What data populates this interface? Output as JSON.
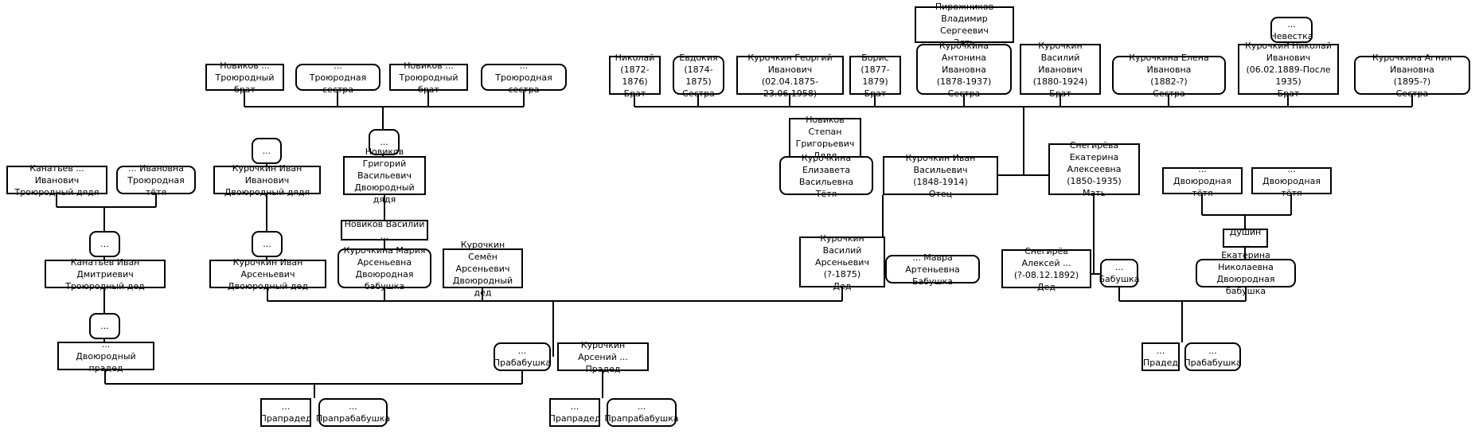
{
  "people": [
    {
      "id": "p_novikov_vlad",
      "text": "Пирожников Владимир\nСергеевич\nЗять",
      "sex": "m"
    },
    {
      "id": "p_nevestka",
      "text": "...\nНевестка",
      "sex": "f"
    },
    {
      "id": "p_nikolai_brother1",
      "text": "Николай\n(1872-1876)\nБрат",
      "sex": "m"
    },
    {
      "id": "p_evdokia",
      "text": "Евдокия\n(1874-1875)\nСестра",
      "sex": "f"
    },
    {
      "id": "p_georgiy",
      "text": "Курочкин Георгий\nИванович\n(02.04.1875-23.06.1958)",
      "sex": "m"
    },
    {
      "id": "p_boris",
      "text": "Борис\n(1877-1879)\nБрат",
      "sex": "m"
    },
    {
      "id": "p_antonina",
      "text": "Курочкина Антонина\nИвановна\n(1878-1937)\nСестра",
      "sex": "f"
    },
    {
      "id": "p_vasiliy_i",
      "text": "Курочкин Василий\nИванович\n(1880-1924)\nБрат",
      "sex": "m"
    },
    {
      "id": "p_elena",
      "text": "Курочкина Елена Ивановна\n(1882-?)\nСестра",
      "sex": "f"
    },
    {
      "id": "p_nikolai_i",
      "text": "Курочкин Николай\nИванович\n(06.02.1889-После 1935)\nБрат",
      "sex": "m"
    },
    {
      "id": "p_agniya",
      "text": "Курочкина Агния Ивановна\n(1895-?)\nСестра",
      "sex": "f"
    },
    {
      "id": "p_novikov_tb",
      "text": "Новиков ...\nТроюродный брат",
      "sex": "m"
    },
    {
      "id": "p_ts1",
      "text": "...\nТроюродная сестра",
      "sex": "f"
    },
    {
      "id": "p_novikov_tb2",
      "text": "Новиков ...\nТроюродный брат",
      "sex": "m"
    },
    {
      "id": "p_ts2",
      "text": "...\nТроюродная сестра",
      "sex": "f"
    },
    {
      "id": "p_novikov_stepan",
      "text": "Новиков Степан\nГригорьевич\nДядя",
      "sex": "m"
    },
    {
      "id": "p_elizaveta",
      "text": "Курочкина Елизавета\nВасильевна\nТётя",
      "sex": "f"
    },
    {
      "id": "p_ivan_father",
      "text": "Курочкин Иван Васильевич\n(1848-1914)\nОтец",
      "sex": "m"
    },
    {
      "id": "p_ekaterina_mother",
      "text": "Снегирёва Екатерина\nАлексеевна\n(1850-1935)\nМать",
      "sex": "m"
    },
    {
      "id": "p_dt1",
      "text": "...\nДвоюродная тётя",
      "sex": "m"
    },
    {
      "id": "p_dt2",
      "text": "...\nДвоюродная тётя",
      "sex": "m"
    },
    {
      "id": "p_kanatiev_td",
      "text": "Канатьев ... Иванович\nТроюродный дядя",
      "sex": "m"
    },
    {
      "id": "p_ivanovna_tt",
      "text": "... Ивановна\nТроюродная тётя",
      "sex": "f"
    },
    {
      "id": "p_dots_kur_ii",
      "text": "...",
      "sex": "f"
    },
    {
      "id": "p_kur_ivan_iv",
      "text": "Курочкин Иван Иванович\nДвоюродный дядя",
      "sex": "m"
    },
    {
      "id": "p_dots_grig",
      "text": "...",
      "sex": "f"
    },
    {
      "id": "p_novikov_grig",
      "text": "Новиков Григорий\nВасильевич\nДвоюродный дядя",
      "sex": "m"
    },
    {
      "id": "p_dots_kan",
      "text": "...",
      "sex": "f"
    },
    {
      "id": "p_kanatiev_ivan",
      "text": "Канатьев Иван Дмитриевич\nТроюродный дед",
      "sex": "m"
    },
    {
      "id": "p_dots_kur_ars",
      "text": "...",
      "sex": "f"
    },
    {
      "id": "p_kur_ivan_ars",
      "text": "Курочкин Иван Арсеньевич\nДвоюродный дед",
      "sex": "m"
    },
    {
      "id": "p_novikov_vasiliy",
      "text": "Новиков Василий ...",
      "sex": "m"
    },
    {
      "id": "p_maria",
      "text": "Курочкина Мария\nАрсеньевна\nДвоюродная бабушка",
      "sex": "f"
    },
    {
      "id": "p_semen",
      "text": "Курочкин Семён\nАрсеньевич\nДвоюродный дед",
      "sex": "m"
    },
    {
      "id": "p_vasiliy_ded",
      "text": "Курочкин Василий\nАрсеньевич\n(?-1875)\nДед",
      "sex": "m"
    },
    {
      "id": "p_mavra",
      "text": "... Мавра Артеньевна\nБабушка",
      "sex": "f"
    },
    {
      "id": "p_snegirev_aleksey",
      "text": "Снегирёв Алексей ...\n(?-08.12.1892)\nДед",
      "sex": "m"
    },
    {
      "id": "p_babushka_snegir",
      "text": "...\nБабушка",
      "sex": "f"
    },
    {
      "id": "p_dushin",
      "text": "Душин ...",
      "sex": "m"
    },
    {
      "id": "p_ekaterina_n",
      "text": "Екатерина Николаевна\nДвоюродная бабушка",
      "sex": "f"
    },
    {
      "id": "p_dots_kan_pra",
      "text": "...",
      "sex": "f"
    },
    {
      "id": "p_dv_praded",
      "text": "...\nДвоюродный прадед",
      "sex": "m"
    },
    {
      "id": "p_prababushka",
      "text": "...\nПрабабушка",
      "sex": "f"
    },
    {
      "id": "p_kur_arseniy",
      "text": "Курочкин Арсений ...\nПрадед",
      "sex": "m"
    },
    {
      "id": "p_praded_r",
      "text": "...\nПрадед",
      "sex": "m"
    },
    {
      "id": "p_prababushka_r",
      "text": "...\nПрабабушка",
      "sex": "f"
    },
    {
      "id": "p_prapraded1",
      "text": "...\nПрапрадед",
      "sex": "m"
    },
    {
      "id": "p_praprababushka1",
      "text": "...\nПрапрабабушка",
      "sex": "f"
    },
    {
      "id": "p_prapraded2",
      "text": "...\nПрапрадед",
      "sex": "m"
    },
    {
      "id": "p_praprababushka2",
      "text": "...\nПрапрабабушка",
      "sex": "f"
    }
  ]
}
